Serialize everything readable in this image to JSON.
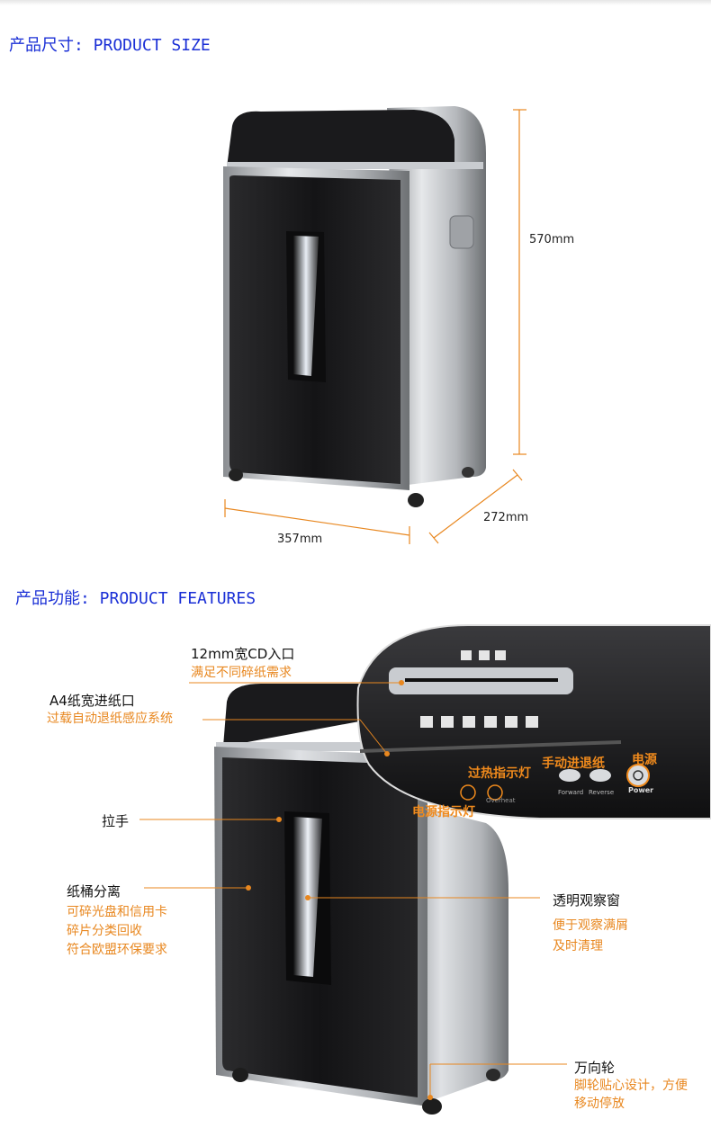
{
  "size_section": {
    "title": "产品尺寸: PRODUCT SIZE",
    "height": "570mm",
    "width": "357mm",
    "depth": "272mm"
  },
  "features_section": {
    "title": "产品功能: PRODUCT FEATURES",
    "cd_slot": {
      "label": "12mm宽CD入口",
      "desc": "满足不同碎纸需求"
    },
    "a4_slot": {
      "label": "A4纸宽进纸口",
      "desc": "过载自动退纸感应系统"
    },
    "handle": {
      "label": "拉手"
    },
    "bin": {
      "label": "纸桶分离",
      "desc": [
        "可碎光盘和信用卡",
        "碎片分类回收",
        "符合欧盟环保要求"
      ]
    },
    "window": {
      "label": "透明观察窗",
      "desc": [
        "便于观察满屑",
        "及时清理"
      ]
    },
    "wheels": {
      "label": "万向轮",
      "desc": [
        "脚轮贴心设计，方便",
        "移动停放"
      ]
    },
    "panel": {
      "power": "电源",
      "manual_feed": "手动进退纸",
      "overheat_light": "过热指示灯",
      "power_light": "电源指示灯",
      "btn_forward": "Forward",
      "btn_reverse": "Reverse",
      "power_small": "Power",
      "overheat_small": "Overheat"
    }
  },
  "colors": {
    "accent": "#e8871f",
    "title_blue": "#1a2fd6",
    "body_black": "#1b1b1d",
    "silver": "#b9bcc0"
  }
}
